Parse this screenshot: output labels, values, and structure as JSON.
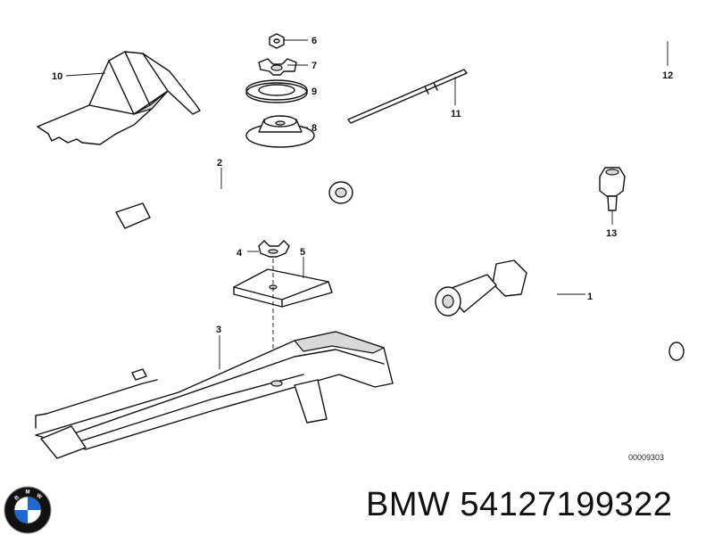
{
  "callouts": {
    "c1": "1",
    "c2": "2",
    "c3": "3",
    "c4": "4",
    "c5": "5",
    "c6": "6",
    "c7": "7",
    "c8": "8",
    "c9": "9",
    "c10": "10",
    "c11": "11",
    "c12": "12",
    "c13": "13"
  },
  "diagram_ref": "00009303",
  "footer": {
    "brand": "BMW",
    "part_number": "54127199322",
    "text": "BMW 54127199322"
  },
  "logo": {
    "icon": "bmw-roundel-icon",
    "letters": "BMW",
    "colors": {
      "blue": "#1c69d4",
      "black": "#111111",
      "white": "#ffffff"
    }
  }
}
